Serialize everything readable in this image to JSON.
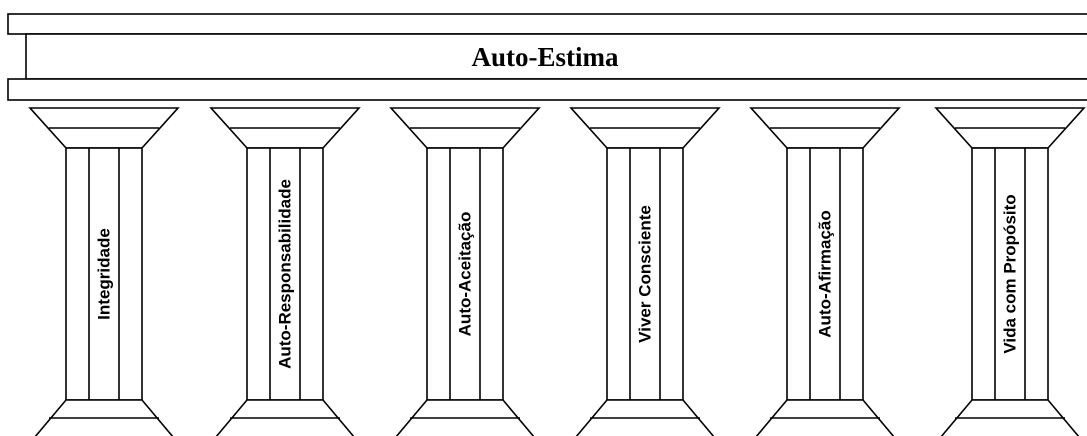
{
  "diagram": {
    "roof_title": "Auto-Estima",
    "pillars": [
      {
        "label": "Integridade"
      },
      {
        "label": "Auto-Responsabilidade"
      },
      {
        "label": "Auto-Aceitação"
      },
      {
        "label": "Viver Consciente"
      },
      {
        "label": "Auto-Afirmação"
      },
      {
        "label": "Vida com Propósito"
      }
    ]
  }
}
